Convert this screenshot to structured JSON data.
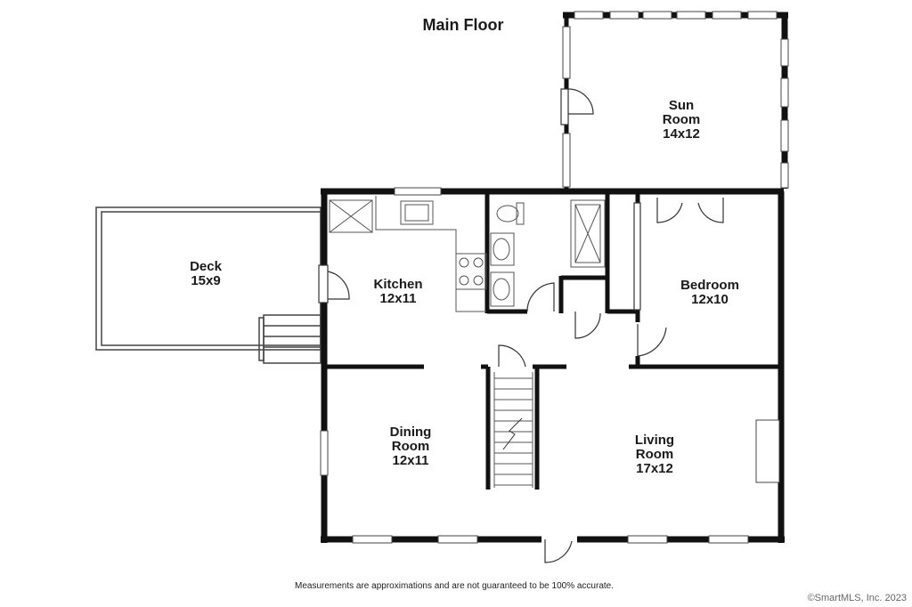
{
  "title": "Main Floor",
  "rooms": {
    "sun_room": {
      "line1": "Sun",
      "line2": "Room",
      "dims": "14x12"
    },
    "deck": {
      "line1": "Deck",
      "dims": "15x9"
    },
    "kitchen": {
      "line1": "Kitchen",
      "dims": "12x11"
    },
    "bedroom": {
      "line1": "Bedroom",
      "dims": "12x10"
    },
    "dining_room": {
      "line1": "Dining",
      "line2": "Room",
      "dims": "12x11"
    },
    "living_room": {
      "line1": "Living",
      "line2": "Room",
      "dims": "17x12"
    }
  },
  "disclaimer": "Measurements are approximations and are not guaranteed to be 100% accurate.",
  "copyright": "©SmartMLS, Inc.  2023"
}
